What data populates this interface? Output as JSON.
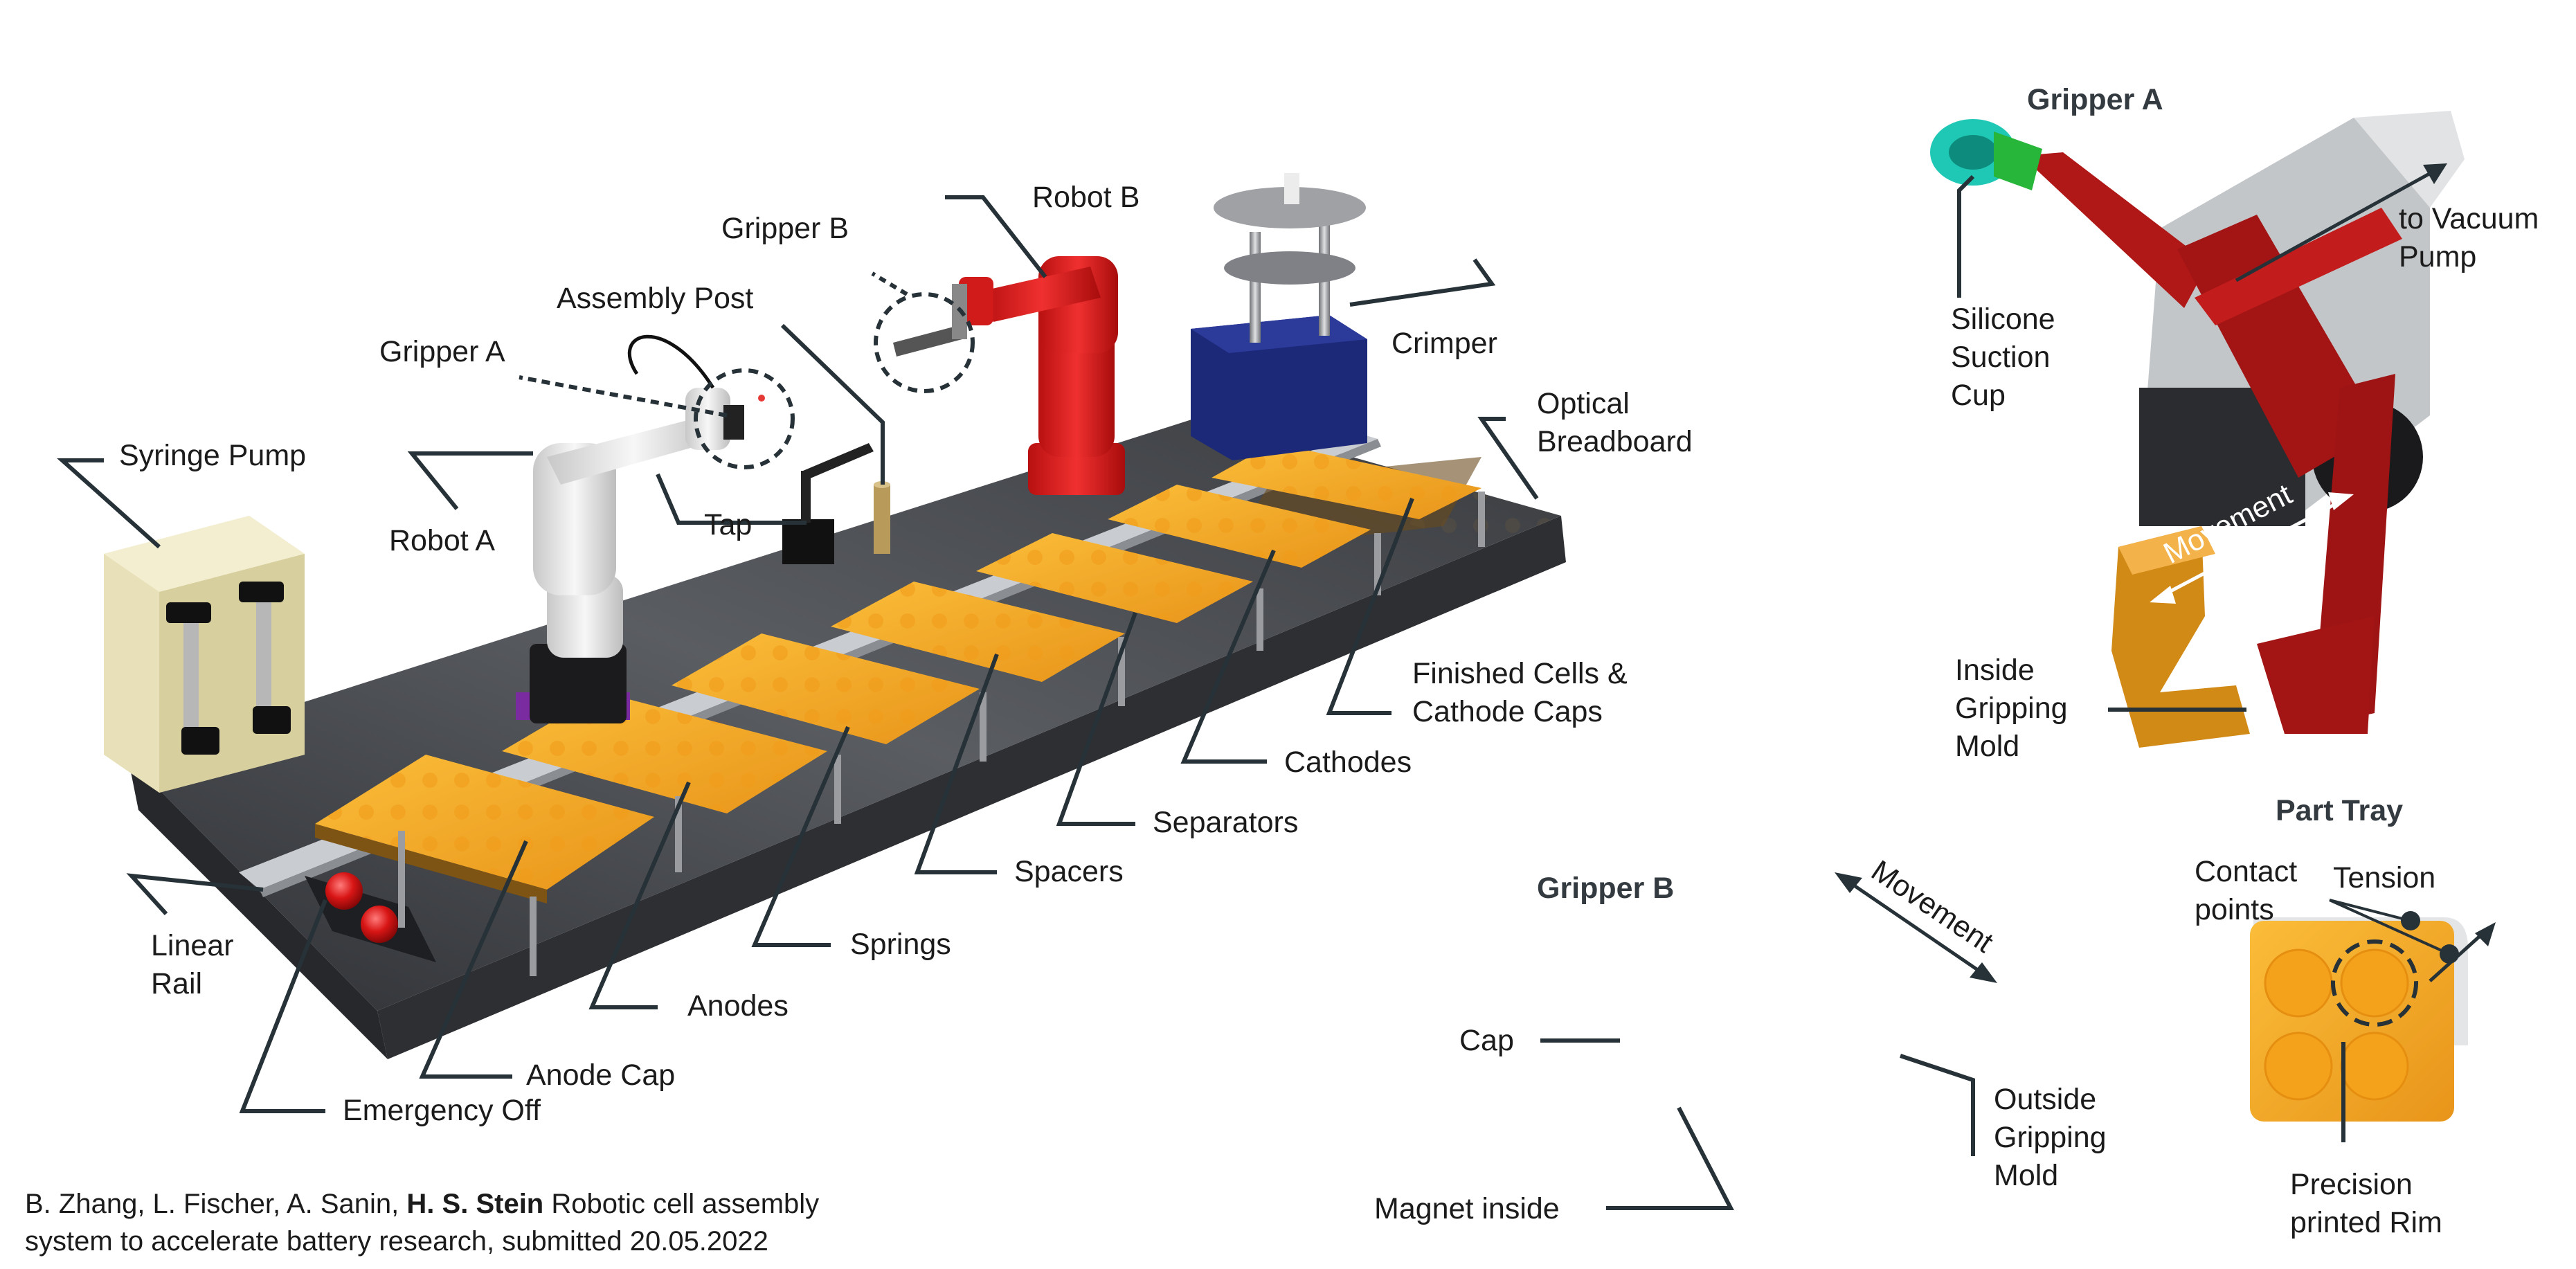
{
  "labels": {
    "syringe_pump": "Syringe Pump",
    "robot_a": "Robot A",
    "gripper_a": "Gripper A",
    "assembly_post": "Assembly Post",
    "gripper_b": "Gripper B",
    "robot_b": "Robot B",
    "tap": "Tap",
    "crimper": "Crimper",
    "optical_breadboard_1": "Optical",
    "optical_breadboard_2": "Breadboard",
    "finished_cells_1": "Finished Cells &",
    "finished_cells_2": "Cathode Caps",
    "cathodes": "Cathodes",
    "separators": "Separators",
    "spacers": "Spacers",
    "springs": "Springs",
    "anodes": "Anodes",
    "anode_cap": "Anode Cap",
    "emergency_off": "Emergency Off",
    "linear_rail_1": "Linear",
    "linear_rail_2": "Rail"
  },
  "gripper_a_detail": {
    "title": "Gripper A",
    "silicone_1": "Silicone",
    "silicone_2": "Suction",
    "silicone_3": "Cup",
    "vacuum_1": "to Vacuum",
    "vacuum_2": "Pump",
    "movement": "Movement",
    "inside_1": "Inside",
    "inside_2": "Gripping",
    "inside_3": "Mold"
  },
  "gripper_b_detail": {
    "title": "Gripper B",
    "movement": "Movement",
    "cap": "Cap",
    "magnet": "Magnet inside",
    "outside_1": "Outside",
    "outside_2": "Gripping",
    "outside_3": "Mold"
  },
  "part_tray": {
    "title": "Part Tray",
    "contact_1": "Contact",
    "contact_2": "points",
    "tension": "Tension",
    "rim_1": "Precision",
    "rim_2": "printed Rim"
  },
  "citation": {
    "authors": "B. Zhang, L. Fischer, A. Sanin,",
    "pi": "H. S. Stein",
    "title": "Robotic cell assembly",
    "line2": "system to accelerate battery research, submitted 20.05.2022"
  },
  "colors": {
    "robot_a": "#f0f0f0",
    "robot_b": "#e01f1f",
    "tray": "#f5a623",
    "crimper_base": "#1c2878",
    "board": "#3b3e42",
    "gripper_a_arm": "#a31515",
    "suction_cup": "#1ec8b4",
    "emergency_button": "#d01010"
  }
}
